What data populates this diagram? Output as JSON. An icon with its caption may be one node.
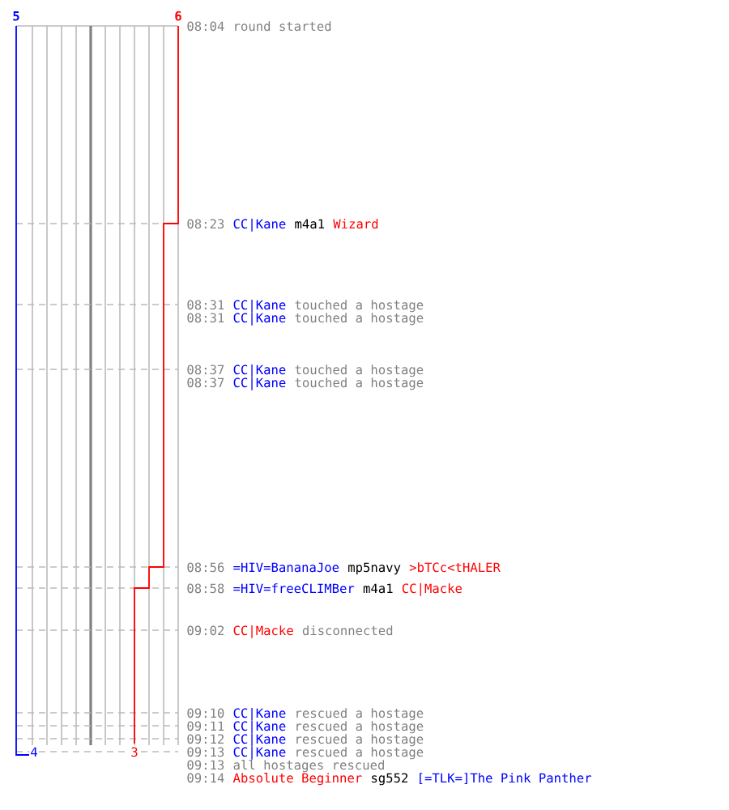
{
  "diagram": {
    "labels": [
      "5",
      "6",
      "08:04",
      "round started",
      "08:23",
      "CC|Kane",
      "m4a1",
      "Wizard",
      "08:31",
      "CC|Kane",
      "touched a hostage",
      "08:31",
      "CC|Kane",
      "touched a hostage",
      "08:37",
      "CC|Kane",
      "touched a hostage",
      "08:37",
      "CC|Kane",
      "touched a hostage",
      "08:56",
      "=HIV=BananaJoe",
      "mp5navy",
      ">bTCc<tHALER",
      "08:58",
      "=HIV=freeCLIMBer",
      "m4a1",
      "CC|Macke",
      "09:02",
      "CC|Macke",
      "disconnected",
      "09:10",
      "CC|Kane",
      "rescued a hostage",
      "09:11",
      "CC|Kane",
      "rescued a hostage",
      "09:12",
      "CC|Kane",
      "rescued a hostage",
      "09:13",
      "CC|Kane",
      "rescued a hostage",
      "09:13",
      "all hostages rescued",
      "09:14",
      "Absolute Beginner",
      "sg552",
      "[=TLK=]The Pink Panther",
      "4",
      "3"
    ]
  }
}
